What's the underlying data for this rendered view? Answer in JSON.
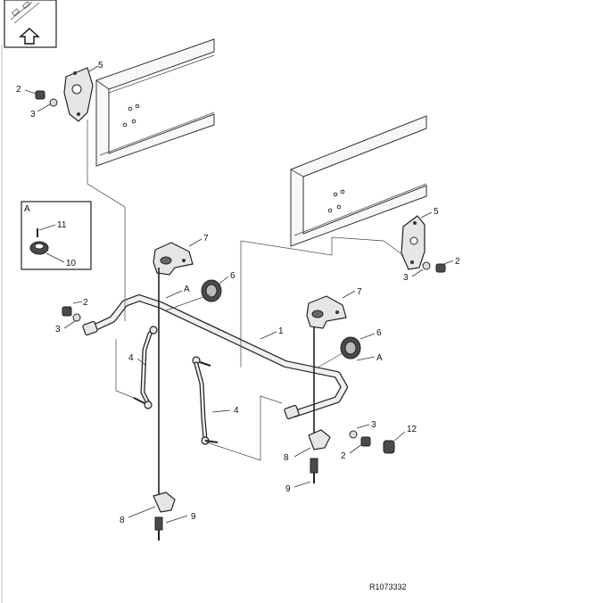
{
  "callouts": {
    "c5a": "5",
    "c2a": "2",
    "c3a": "3",
    "cA1": "A",
    "c11": "11",
    "c10": "10",
    "c7a": "7",
    "c6a": "6",
    "cAa": "A",
    "c2b": "2",
    "c3b": "3",
    "c1": "1",
    "c4a": "4",
    "c7b": "7",
    "c6b": "6",
    "cAb": "A",
    "c4b": "4",
    "c5b": "5",
    "c2c": "2",
    "c3c": "3",
    "c3d": "3",
    "c12": "12",
    "c2d": "2",
    "c8a": "8",
    "c9a": "9",
    "c8b": "8",
    "c9b": "9"
  },
  "reference_code": "R1073332",
  "icons": [
    "view-direction-icon",
    "up-arrow-icon"
  ]
}
